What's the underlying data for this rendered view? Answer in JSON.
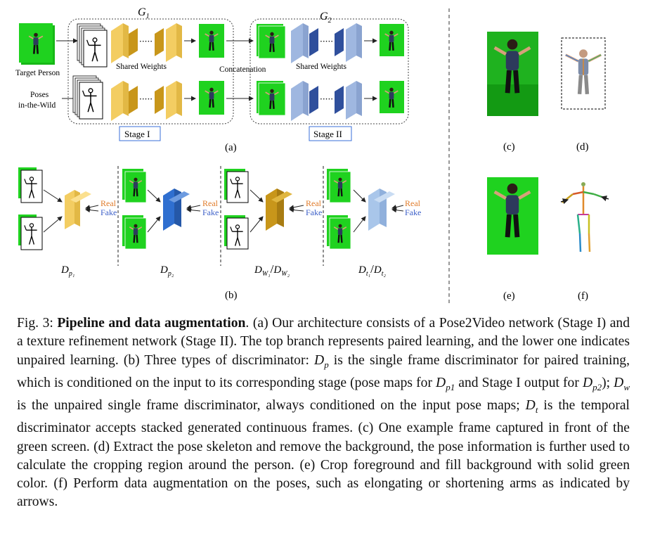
{
  "figure": {
    "panel_a": {
      "g1_label": "G",
      "g1_sub": "1",
      "g2_label": "G",
      "g2_sub": "2",
      "target_person_label": "Target Person",
      "poses_label_line1": "Poses",
      "poses_label_line2": "in-the-Wild",
      "shared_weights_1": "Shared Weights",
      "shared_weights_2": "Shared Weights",
      "concatenation": "Concatenation",
      "stage1": "Stage I",
      "stage2": "Stage II",
      "caption_letter": "(a)"
    },
    "panel_b": {
      "real": "Real",
      "fake": "Fake",
      "dp1_main": "D",
      "dp1_sub": "p₁",
      "dp2_main": "D",
      "dp2_sub": "p₂",
      "dw_main": "D",
      "dw1_sub": "W₁",
      "dw2_sub": "W₂",
      "dt_main": "D",
      "dt1_sub": "t₁",
      "dt2_sub": "t₂",
      "caption_letter": "(b)"
    },
    "panel_c": "(c)",
    "panel_d": "(d)",
    "panel_e": "(e)",
    "panel_f": "(f)",
    "colors": {
      "green_screen": "#1fd21f",
      "g1_block": "#f3cd62",
      "g1_dark": "#c8961a",
      "g2_block": "#9fb7e0",
      "g2_dark": "#2f4f9c",
      "disc_blue": "#2f6fd0",
      "disc_light_blue": "#a9c6ea",
      "real_color": "#e07b2a",
      "fake_color": "#3c5fc8"
    }
  },
  "caption": {
    "fig_label": "Fig. 3:",
    "title": "Pipeline and data augmentation",
    "s1": ". (a) Our architecture consists of a Pose2Video network (Stage I) and a texture refinement network (Stage II). The top branch represents paired learning, and the lower one indicates unpaired learning. (b) Three types of discriminator: ",
    "dp": "D",
    "dp_sub": "p",
    "s2": " is the single frame discriminator for paired training, which is conditioned on the input to its corresponding stage (pose maps for ",
    "dp1": "D",
    "dp1_sub": "p1",
    "s3": " and Stage I output for ",
    "dp2": "D",
    "dp2_sub": "p2",
    "s4": "); ",
    "dw": "D",
    "dw_sub": "w",
    "s5": " is the unpaired single frame discriminator, always conditioned on the input pose maps; ",
    "dt": "D",
    "dt_sub": "t",
    "s6": " is the temporal discriminator accepts stacked generated continuous frames. (c) One example frame captured in front of the green screen. (d) Extract the pose skeleton and remove the background, the pose information is further used to calculate the cropping region around the person. (e) Crop foreground and fill background with solid green color. (f) Perform data augmentation on the poses, such as elongating or shortening arms as indicated by arrows."
  }
}
